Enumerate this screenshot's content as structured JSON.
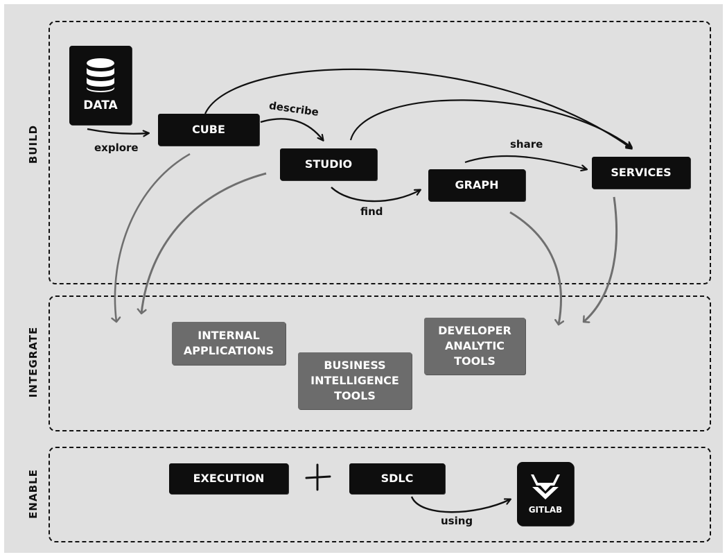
{
  "sections": {
    "build": "BUILD",
    "integrate": "INTEGRATE",
    "enable": "ENABLE"
  },
  "nodes": {
    "data": "DATA",
    "cube": "CUBE",
    "studio": "STUDIO",
    "graph": "GRAPH",
    "services": "SERVICES",
    "internal_apps": "INTERNAL\nAPPLICATIONS",
    "business_intel": "BUSINESS\nINTELLIGENCE\nTOOLS",
    "developer_tools": "DEVELOPER\nANALYTIC\nTOOLS",
    "execution": "EXECUTION",
    "sdlc": "SDLC",
    "gitlab": "GITLAB"
  },
  "edge_labels": {
    "explore": "explore",
    "describe": "describe",
    "find": "find",
    "share": "share",
    "using": "using",
    "plus": "+"
  },
  "icons": {
    "data": "database-icon",
    "gitlab": "gitlab-fox-icon"
  },
  "colors": {
    "background": "#e0e0e0",
    "dark_box": "#0e0e0e",
    "grey_box": "#6c6c6c",
    "grey_arrow": "#6f6f6f",
    "ink": "#111111"
  }
}
